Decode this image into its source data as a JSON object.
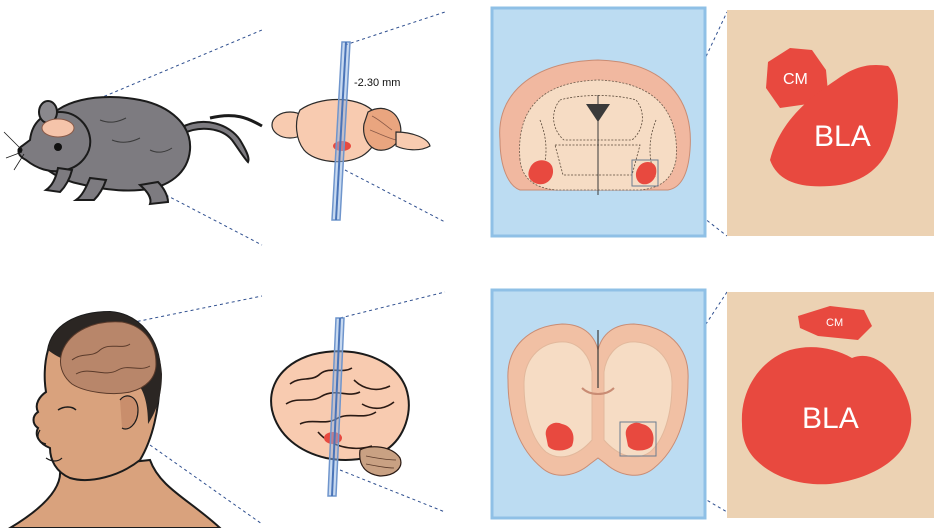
{
  "labels": {
    "slice_depth": "-2.30 mm",
    "mouse_cm": "CM",
    "mouse_bla": "BLA",
    "human_cm": "CM",
    "human_bla": "BLA"
  },
  "colors": {
    "amygdala_red": "#e8493f",
    "panel_blue": "#bcdcf2",
    "panel_blue_border": "#8fc0e6",
    "panel_tan": "#ecd2b3",
    "mouse_fur": "#7d7b80",
    "brain_pink": "#f8cbb0",
    "skin": "#d9a27d",
    "slice_plane": "#6f95cc",
    "dashed_line": "#2f4f8f"
  },
  "icons": {
    "mouse": "mouse-icon",
    "mouse_brain": "mouse-brain-icon",
    "human_head": "human-head-icon",
    "human_brain": "human-brain-icon"
  }
}
